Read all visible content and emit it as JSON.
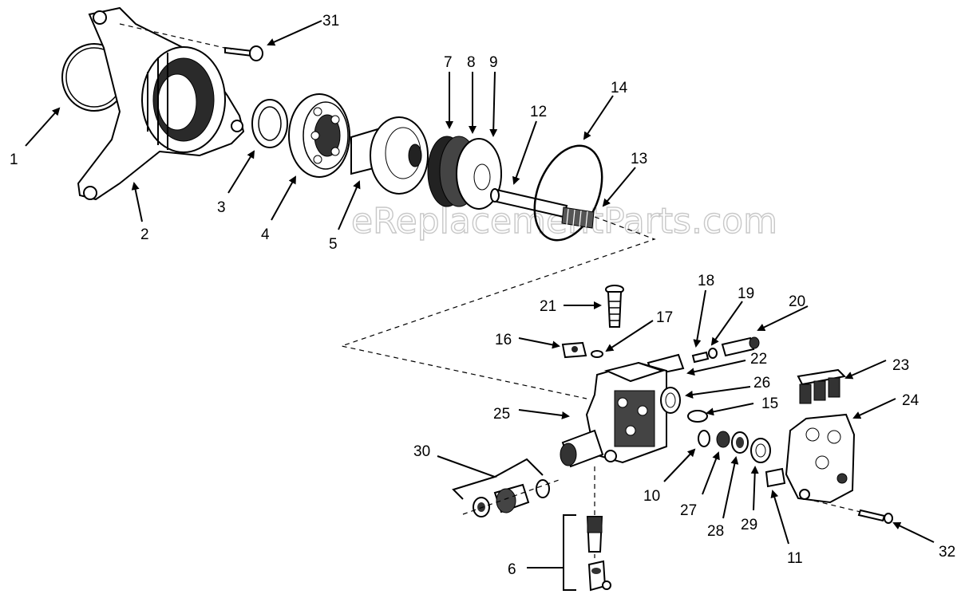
{
  "watermark": "eReplacementParts.com",
  "labels": {
    "l1": "1",
    "l2": "2",
    "l3": "3",
    "l4": "4",
    "l5": "5",
    "l6": "6",
    "l7": "7",
    "l8": "8",
    "l9": "9",
    "l10": "10",
    "l11": "11",
    "l12": "12",
    "l13": "13",
    "l14": "14",
    "l15": "15",
    "l16": "16",
    "l17": "17",
    "l18": "18",
    "l19": "19",
    "l20": "20",
    "l21": "21",
    "l22": "22",
    "l23": "23",
    "l24": "24",
    "l25": "25",
    "l26": "26",
    "l27": "27",
    "l28": "28",
    "l29": "29",
    "l30": "30",
    "l31": "31",
    "l32": "32"
  }
}
